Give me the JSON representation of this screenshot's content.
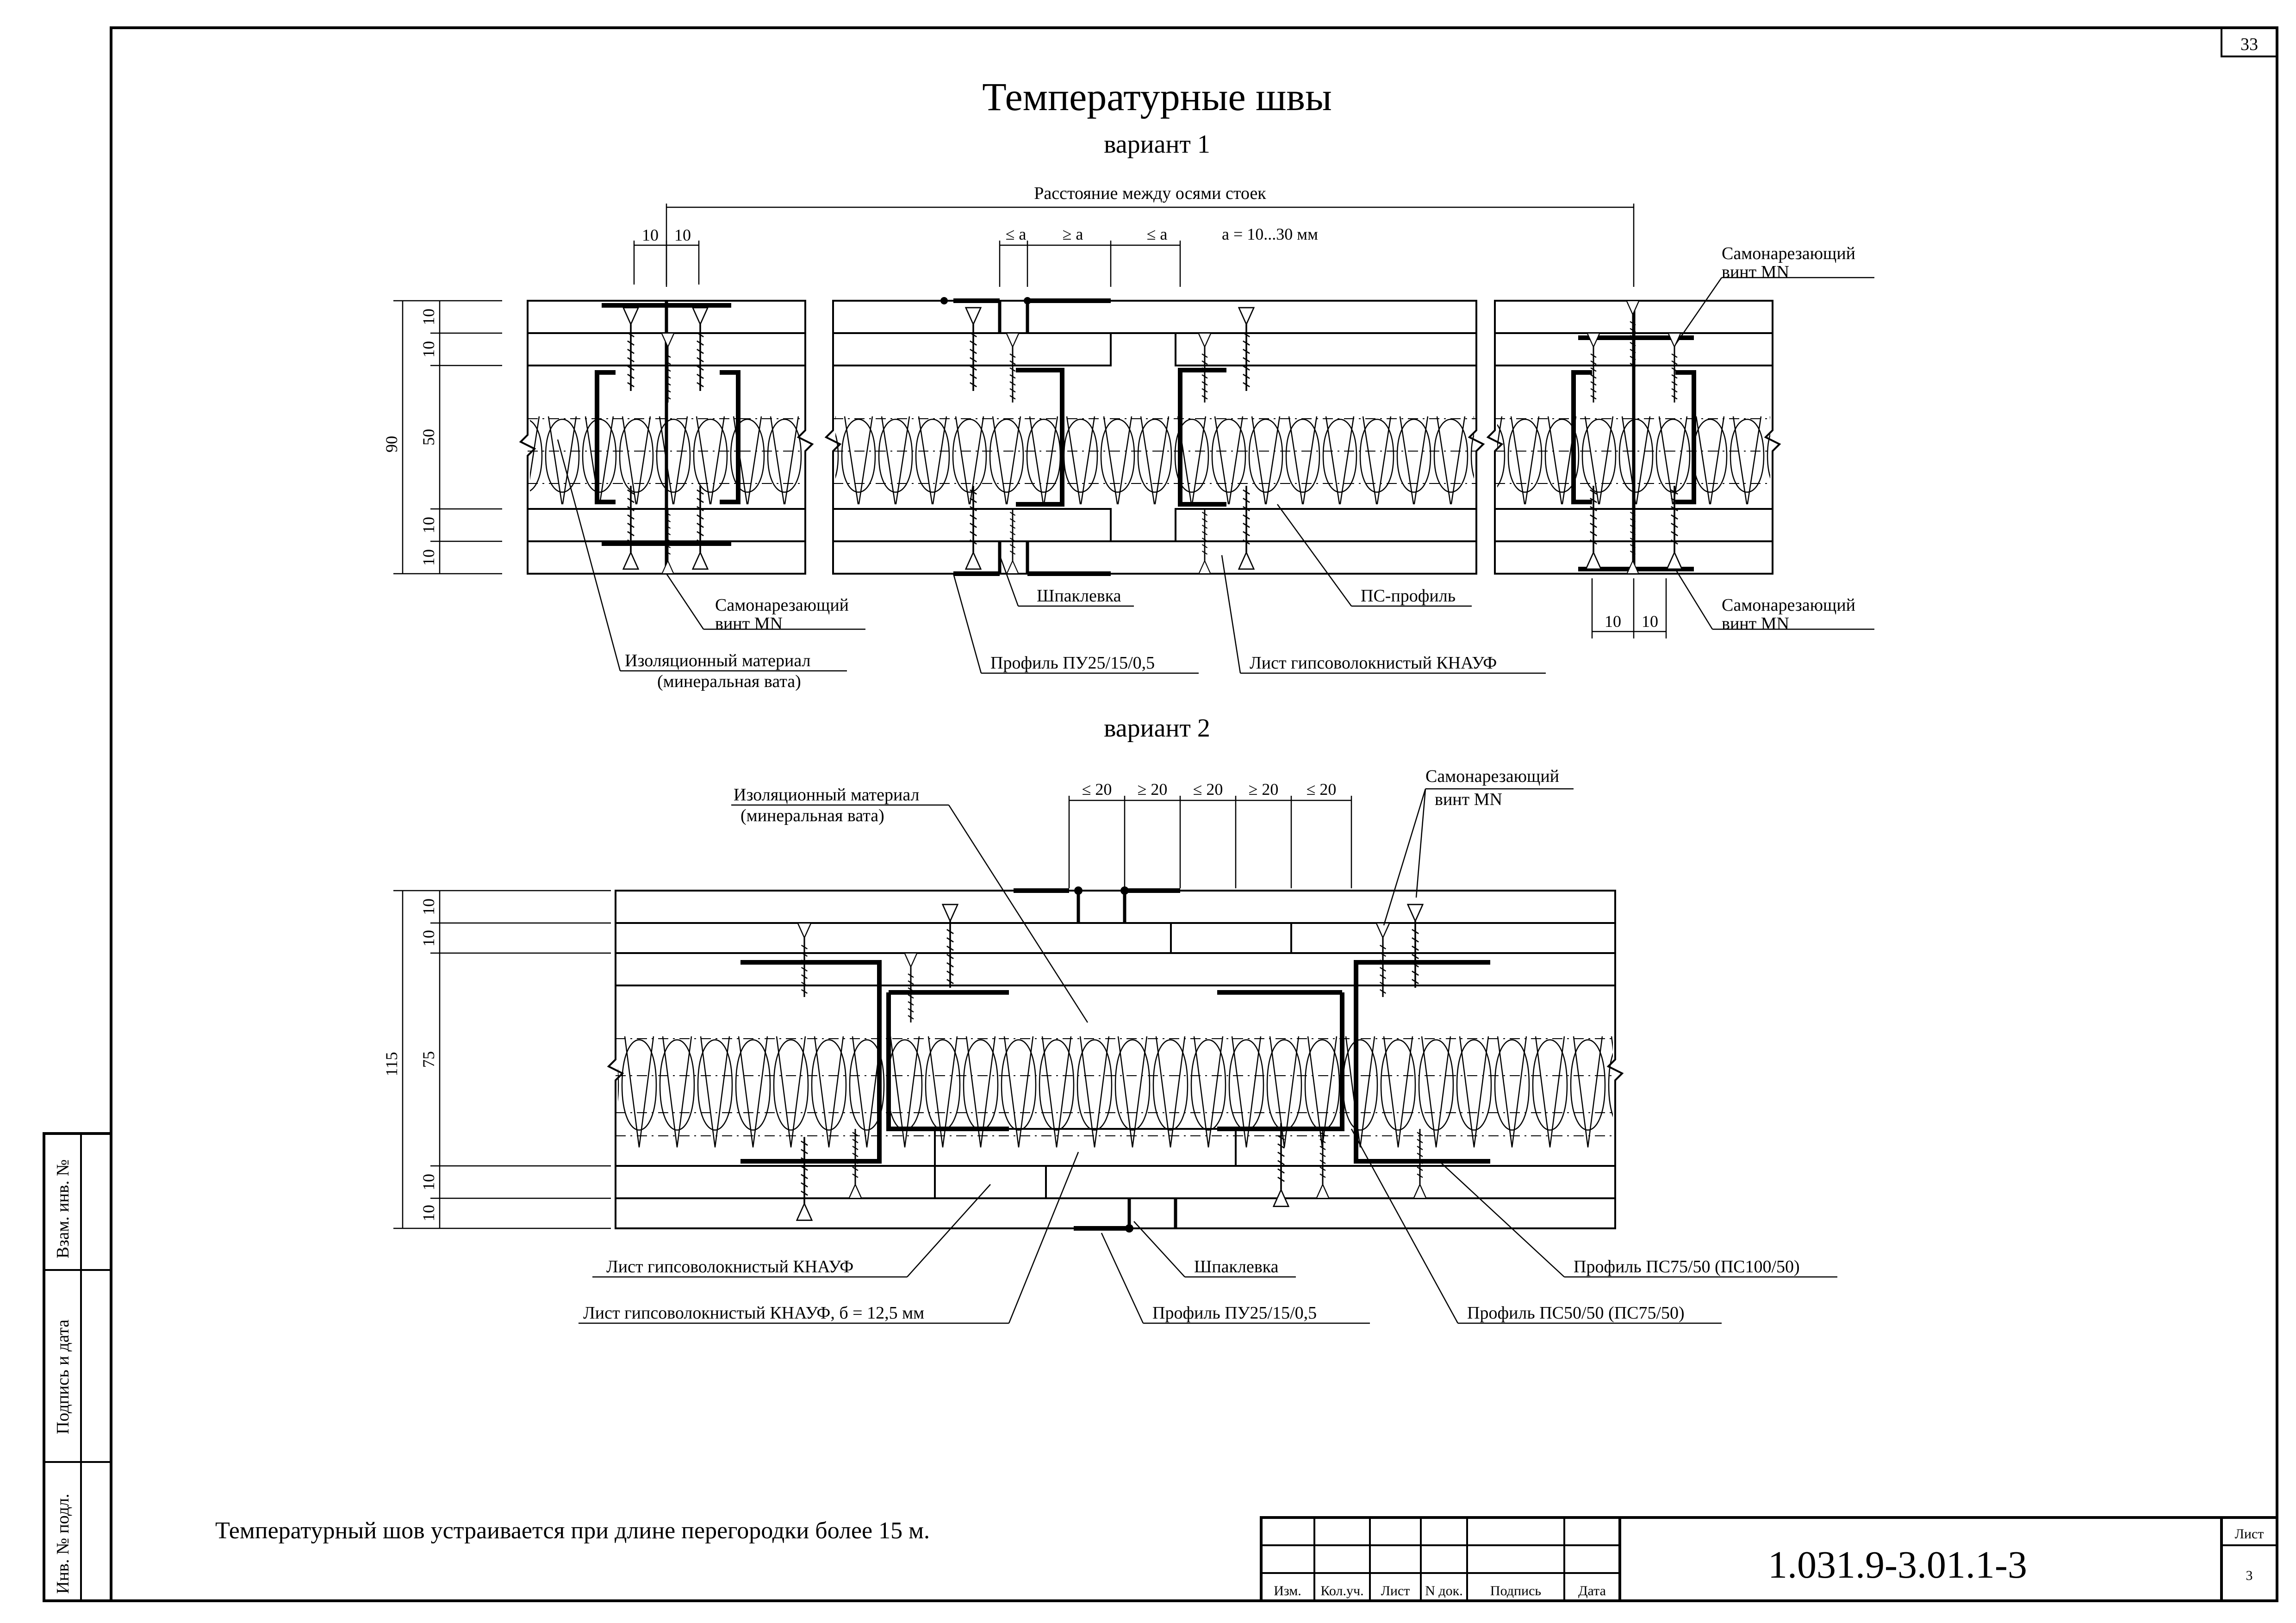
{
  "sheet": {
    "number_top": "33",
    "title": "Температурные швы",
    "variant1": "вариант 1",
    "variant2": "вариант 2",
    "note": "Температурный шов устраивается при длине перегородки более 15 м."
  },
  "variant1": {
    "axis_label": "Расстояние между осями стоек",
    "dim_10": "10",
    "dim_a_le": "≤ a",
    "dim_a_ge": "≥ a",
    "a_range": "a = 10...30 мм",
    "vert_total": "90",
    "vert_mid": "50",
    "labels": {
      "screw_top_right_1": "Самонарезающий",
      "screw_top_right_2": "винт MN",
      "screw_bottom_left_1": "Самонарезающий",
      "screw_bottom_left_2": "винт MN",
      "insulation_1": "Изоляционный материал",
      "insulation_2": "(минеральная вата)",
      "putty": "Шпаклевка",
      "profile_pu": "Профиль  ПУ25/15/0,5",
      "ps_profile": "ПС-профиль",
      "gvl_sheet": "Лист гипсоволокнистый  КНАУФ",
      "screw_bottom_right_1": "Самонарезающий",
      "screw_bottom_right_2": "винт MN"
    }
  },
  "variant2": {
    "dim_le20": "≤ 20",
    "dim_ge20": "≥ 20",
    "vert_total": "115",
    "vert_mid": "75",
    "dim_10": "10",
    "labels": {
      "insulation_1": "Изоляционный материал",
      "insulation_2": "(минеральная вата)",
      "screw_1": "Самонарезающий",
      "screw_2": "винт MN",
      "gvl_sheet": "Лист гипсоволокнистый  КНАУФ",
      "gvl_sheet_12": "Лист гипсоволокнистый  КНАУФ, б = 12,5 мм",
      "putty": "Шпаклевка",
      "profile_pu": "Профиль  ПУ25/15/0,5",
      "profile_ps50": "Профиль ПС50/50 (ПС75/50)",
      "profile_ps75": "Профиль ПС75/50 (ПС100/50)"
    }
  },
  "side_stamp": {
    "vzam": "Взам. инв. №",
    "podpis": "Подпись и дата",
    "inv": "Инв. № подл."
  },
  "title_block": {
    "izm": "Изм.",
    "kol": "Кол.уч.",
    "list": "Лист",
    "ndok": "N док.",
    "podpis": "Подпись",
    "data": "Дата",
    "code": "1.031.9-3.01.1-3",
    "sheet_label": "Лист",
    "sheet_num": "3"
  }
}
